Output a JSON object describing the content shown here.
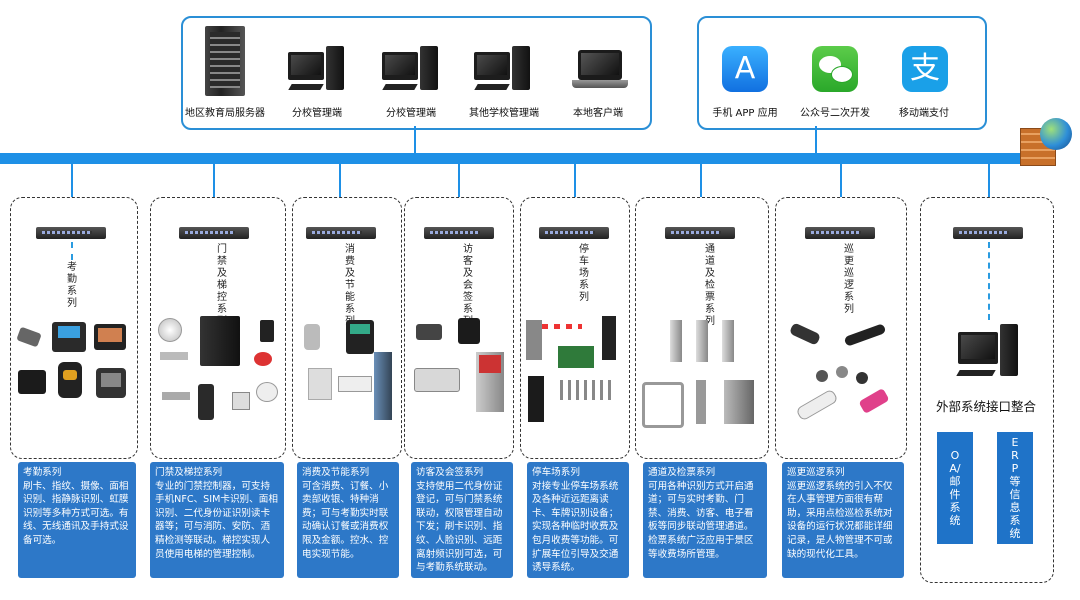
{
  "top_left_devices": [
    {
      "label": "地区教育局服务器"
    },
    {
      "label": "分校管理端"
    },
    {
      "label": "分校管理端"
    },
    {
      "label": "其他学校管理端"
    },
    {
      "label": "本地客户端"
    }
  ],
  "top_right_apps": [
    {
      "label": "手机 APP 应用",
      "icon": "app-store-icon",
      "color": "#1a8ef0"
    },
    {
      "label": "公众号二次开发",
      "icon": "wechat-icon",
      "color": "#36b236"
    },
    {
      "label": "移动端支付",
      "icon": "alipay-icon",
      "color": "#1aa0e8"
    }
  ],
  "subsystems": [
    {
      "label": "考勤系列",
      "desc_title": "考勤系列",
      "desc": "刷卡、指纹、摄像、面相识别、指静脉识别、虹膜识别等多种方式可选。有线、无线通讯及手持式设备可选。"
    },
    {
      "label": "门禁及梯控系列",
      "desc_title": "门禁及梯控系列",
      "desc": "专业的门禁控制器，可支持手机NFC、SIM卡识别、面相识别、二代身份证识别读卡器等；可与消防、安防、酒精检测等联动。梯控实现人员使用电梯的管理控制。"
    },
    {
      "label": "消费及节能系列",
      "desc_title": "消费及节能系列",
      "desc": "可含消费、订餐、小卖部收银、特种消费；可与考勤实时联动确认订餐或消费权限及金额。控水、控电实现节能。"
    },
    {
      "label": "访客及会签系列",
      "desc_title": "访客及会签系列",
      "desc": "支持使用二代身份证登记，可与门禁系统联动，权限管理自动下发；刷卡识别、指纹、人脸识别、远距离射频识别可选，可与考勤系统联动。"
    },
    {
      "label": "停车场系列",
      "desc_title": "停车场系列",
      "desc": "对接专业停车场系统及各种近远距离读卡、车牌识别设备；实现各种临时收费及包月收费等功能。可扩展车位引导及交通诱导系统。"
    },
    {
      "label": "通道及检票系列",
      "desc_title": "通道及检票系列",
      "desc": "可用各种识别方式开启通道；可与实时考勤、门禁、消费、访客、电子看板等同步联动管理通道。检票系统广泛应用于景区等收费场所管理。"
    },
    {
      "label": "巡更巡逻系列",
      "desc_title": "巡更巡逻系列",
      "desc": "巡更巡逻系统的引入不仅在人事管理方面很有帮助，采用点检巡检系统对设备的运行状况都能详细记录，是人物管理不可或缺的现代化工具。"
    }
  ],
  "external": {
    "title": "外部系统接口整合",
    "buttons": [
      {
        "label": "OA/邮件系统"
      },
      {
        "label": "ERP等信息系统"
      }
    ]
  },
  "colors": {
    "bus": "#1e90e6",
    "desc_bg": "#2d78c8",
    "border": "#2a8fd6"
  }
}
